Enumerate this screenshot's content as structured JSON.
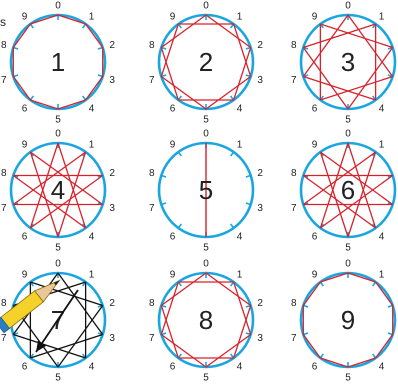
{
  "top_left_text": "s",
  "tick_labels": [
    "0",
    "1",
    "2",
    "3",
    "4",
    "5",
    "6",
    "7",
    "8",
    "9"
  ],
  "colors": {
    "circle": "#19a6e0",
    "star": "#d8222b",
    "star_black": "#111111",
    "text": "#222222",
    "pencil_body": "#f5d22a",
    "pencil_band": "#2a7fc4",
    "pencil_tip": "#e8c79a"
  },
  "panels": [
    {
      "number": "1",
      "step": 1,
      "stroke": "red"
    },
    {
      "number": "2",
      "step": 2,
      "stroke": "red"
    },
    {
      "number": "3",
      "step": 3,
      "stroke": "red"
    },
    {
      "number": "4",
      "step": 4,
      "stroke": "red"
    },
    {
      "number": "5",
      "step": 5,
      "stroke": "red"
    },
    {
      "number": "6",
      "step": 6,
      "stroke": "red"
    },
    {
      "number": "7",
      "step": 7,
      "stroke": "black"
    },
    {
      "number": "8",
      "step": 8,
      "stroke": "red"
    },
    {
      "number": "9",
      "step": 9,
      "stroke": "red"
    }
  ],
  "icons": {
    "pencil": "pencil-icon",
    "arrow": "arrow-icon"
  }
}
